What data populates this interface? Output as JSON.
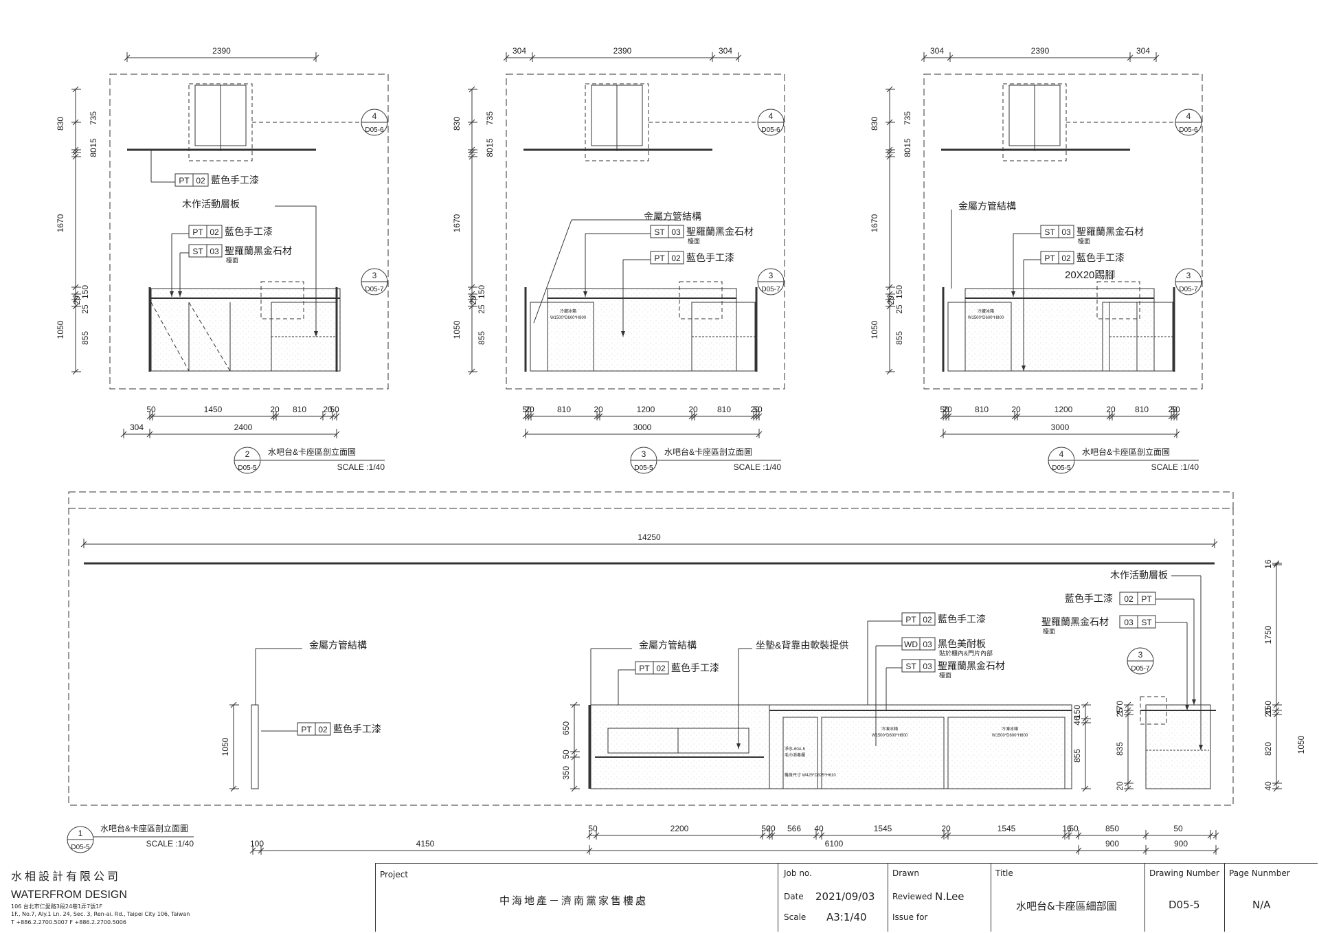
{
  "elevations": [
    {
      "ref": "2",
      "sheet": "D05-5",
      "title": "水吧台&卡座區剖立面圖",
      "scale": "SCALE :1/40",
      "top_dims": [
        "2390"
      ],
      "left_dims": [
        "830",
        "735",
        "80",
        "15",
        "1670",
        "20",
        "150",
        "25",
        "1050",
        "855"
      ],
      "bottom_dims": [
        "50",
        "1450",
        "20",
        "810",
        "20",
        "50"
      ],
      "bottom_total": "2400",
      "bottom_offset": "304",
      "callouts": [
        {
          "tag": "PT",
          "code": "02",
          "text": "藍色手工漆"
        },
        {
          "tag": "",
          "code": "",
          "text": "木作活動層板"
        },
        {
          "tag": "PT",
          "code": "02",
          "text": "藍色手工漆"
        },
        {
          "tag": "ST",
          "code": "03",
          "text": "聖羅蘭黑金石材",
          "sub": "檯面"
        }
      ],
      "detail_refs": [
        {
          "num": "4",
          "sheet": "D05-6"
        },
        {
          "num": "3",
          "sheet": "D05-7"
        }
      ]
    },
    {
      "ref": "3",
      "sheet": "D05-5",
      "title": "水吧台&卡座區剖立面圖",
      "scale": "SCALE :1/40",
      "top_dims": [
        "304",
        "2390",
        "304"
      ],
      "left_dims": [
        "830",
        "735",
        "80",
        "15",
        "1670",
        "20",
        "150",
        "25",
        "1050",
        "855"
      ],
      "bottom_dims": [
        "50",
        "20",
        "810",
        "20",
        "1200",
        "20",
        "810",
        "20",
        "50"
      ],
      "bottom_total": "3000",
      "callouts": [
        {
          "tag": "",
          "code": "",
          "text": "金屬方管結構"
        },
        {
          "tag": "ST",
          "code": "03",
          "text": "聖羅蘭黑金石材",
          "sub": "檯面"
        },
        {
          "tag": "PT",
          "code": "02",
          "text": "藍色手工漆"
        }
      ],
      "detail_refs": [
        {
          "num": "4",
          "sheet": "D05-6"
        },
        {
          "num": "3",
          "sheet": "D05-7"
        }
      ],
      "notes": [
        "冷藏冰箱",
        "W1500*D600*H800"
      ]
    },
    {
      "ref": "4",
      "sheet": "D05-5",
      "title": "水吧台&卡座區剖立面圖",
      "scale": "SCALE :1/40",
      "top_dims": [
        "304",
        "2390",
        "304"
      ],
      "left_dims": [
        "830",
        "735",
        "80",
        "15",
        "1670",
        "20",
        "150",
        "25",
        "1050",
        "855"
      ],
      "bottom_dims": [
        "50",
        "20",
        "810",
        "20",
        "1200",
        "20",
        "810",
        "20",
        "50"
      ],
      "bottom_total": "3000",
      "callouts": [
        {
          "tag": "",
          "code": "",
          "text": "金屬方管結構"
        },
        {
          "tag": "ST",
          "code": "03",
          "text": "聖羅蘭黑金石材",
          "sub": "檯面"
        },
        {
          "tag": "PT",
          "code": "02",
          "text": "藍色手工漆"
        },
        {
          "tag": "",
          "code": "",
          "text": "20X20踢腳"
        }
      ],
      "detail_refs": [
        {
          "num": "4",
          "sheet": "D05-6"
        },
        {
          "num": "3",
          "sheet": "D05-7"
        }
      ],
      "notes": [
        "冷藏冰箱",
        "W1500*D600*H800"
      ]
    }
  ],
  "main_elevation": {
    "ref": "1",
    "sheet": "D05-5",
    "title": "水吧台&卡座區剖立面圖",
    "scale": "SCALE :1/40",
    "total": "14250",
    "callouts": {
      "left_struct": "金屬方管結構",
      "left_pt": {
        "tag": "PT",
        "code": "02",
        "text": "藍色手工漆"
      },
      "mid_struct": "金屬方管結構",
      "mid_pt": {
        "tag": "PT",
        "code": "02",
        "text": "藍色手工漆"
      },
      "sofa": "坐墊&背靠由軟裝提供",
      "pt": {
        "tag": "PT",
        "code": "02",
        "text": "藍色手工漆"
      },
      "wd": {
        "tag": "WD",
        "code": "03",
        "text": "黑色美耐板",
        "sub": "貼於櫃內&門片內部"
      },
      "st": {
        "tag": "ST",
        "code": "03",
        "text": "聖羅蘭黑金石材",
        "sub": "檯面"
      },
      "shelf": "木作活動層板",
      "r_pt": {
        "tag": "PT",
        "code": "02",
        "text": "藍色手工漆"
      },
      "r_st": {
        "tag": "ST",
        "code": "03",
        "text": "聖羅蘭黑金石材",
        "sub": "檯面"
      }
    },
    "detail_ref": {
      "num": "3",
      "sheet": "D05-7"
    },
    "dims_row1": [
      "50",
      "2200",
      "50",
      "20",
      "566",
      "40",
      "1545",
      "20",
      "1545",
      "16",
      "50",
      "850",
      "50"
    ],
    "dims_row2": [
      "100",
      "4150",
      "6100",
      "900",
      "900"
    ],
    "left_dim": "1050",
    "sofa_dims": [
      "650",
      "50",
      "350",
      "50"
    ],
    "cab_dims": [
      "150",
      "46",
      "855"
    ],
    "right_dims_a": [
      "170",
      "25",
      "835",
      "20"
    ],
    "right_dims_b": [
      "16",
      "1750",
      "150",
      "20",
      "820",
      "1050",
      "40"
    ],
    "notes": [
      "冷凍冰箱",
      "W1500*D600*H800",
      "淨水-60A-5",
      "毛巾消毒櫃",
      "機身尺寸 W425*D375*H610"
    ]
  },
  "title_block": {
    "company_cn": "水相設計有限公司",
    "company_en": "WATERFROM DESIGN",
    "addr_cn": "106 台北市仁愛路3段24巷1弄7號1F",
    "addr_en": "1F., No.7, Aly.1 Ln. 24, Sec. 3, Ren-ai. Rd., Taipei City 106, Taiwan",
    "phone": "T +886.2.2700.5007  F +886.2.2700.5006",
    "project_label": "Project",
    "project": "中海地產－濟南黨家售樓處",
    "job_label": "Job no.",
    "date_label": "Date",
    "date": "2021/09/03",
    "scale_label": "Scale",
    "scale": "A3:1/40",
    "drawn_label": "Drawn",
    "reviewed_label": "Reviewed",
    "reviewed": "N.Lee",
    "issue_label": "Issue for",
    "title_label": "Title",
    "title": "水吧台&卡座區細部圖",
    "dwg_label": "Drawing Number",
    "dwg": "D05-5",
    "page_label": "Page Nunmber",
    "page": "N/A"
  }
}
